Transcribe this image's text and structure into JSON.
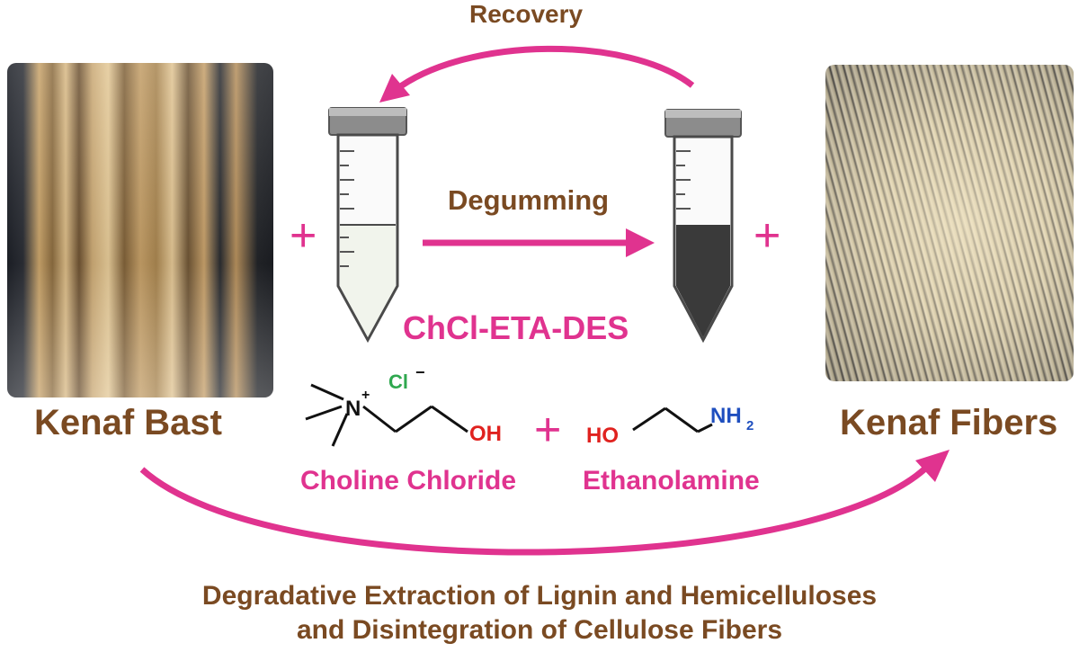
{
  "labels": {
    "recovery": "Recovery",
    "degumming": "Degumming",
    "des_name": "ChCl-ETA-DES",
    "left_material": "Kenaf Bast",
    "right_material": "Kenaf Fibers",
    "plus": "+",
    "choline_chloride": "Choline Chloride",
    "ethanolamine": "Ethanolamine",
    "footer_line1": "Degradative Extraction of Lignin and Hemicelluloses",
    "footer_line2": "and Disintegration of Cellulose Fibers"
  },
  "chem_text": {
    "n_plus": "N",
    "plus_charge": "+",
    "chloride": "Cl",
    "minus_charge": "−",
    "oh": "OH",
    "ho": "HO",
    "nh": "NH",
    "sub2": "2"
  },
  "colors": {
    "brown_text": "#7a4a22",
    "accent_pink": "#e0338f",
    "chloride_green": "#2fa84f",
    "oxygen_red": "#e0221f",
    "nitrogen_blue": "#1f4fbf",
    "liquid_fresh": "#f1f4ec",
    "liquid_used": "#3a3a3a"
  }
}
